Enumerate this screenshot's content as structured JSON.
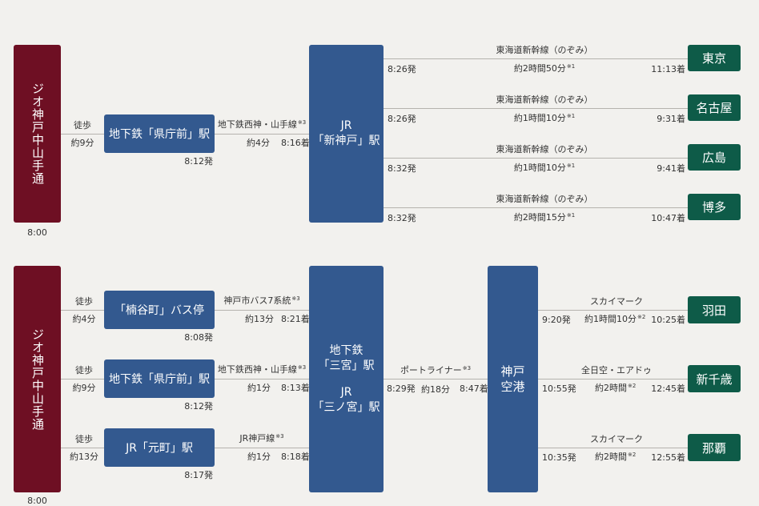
{
  "top": {
    "origin": {
      "label": "ジオ神戸中山手通",
      "time": "8:00"
    },
    "walk": {
      "label": "徒歩",
      "duration": "約9分"
    },
    "station1": {
      "label": "地下鉄「県庁前」駅",
      "depart": "8:12発"
    },
    "leg2": {
      "line": "地下鉄西神・山手線",
      "note": "※3",
      "duration": "約4分",
      "arrive": "8:16着"
    },
    "hub": {
      "line1": "JR",
      "line2": "「新神戸」駅"
    },
    "routes": [
      {
        "depart": "8:26発",
        "line": "東海道新幹線（のぞみ）",
        "duration": "約2時間50分",
        "note": "※1",
        "arrive": "11:13着",
        "dest": "東京"
      },
      {
        "depart": "8:26発",
        "line": "東海道新幹線（のぞみ）",
        "duration": "約1時間10分",
        "note": "※1",
        "arrive": "9:31着",
        "dest": "名古屋"
      },
      {
        "depart": "8:32発",
        "line": "東海道新幹線（のぞみ）",
        "duration": "約1時間10分",
        "note": "※1",
        "arrive": "9:41着",
        "dest": "広島"
      },
      {
        "depart": "8:32発",
        "line": "東海道新幹線（のぞみ）",
        "duration": "約2時間15分",
        "note": "※1",
        "arrive": "10:47着",
        "dest": "博多"
      }
    ]
  },
  "bottom": {
    "origin": {
      "label": "ジオ神戸中山手通",
      "time": "8:00"
    },
    "paths": [
      {
        "walk": "徒歩",
        "walk_duration": "約4分",
        "station": "「楠谷町」バス停",
        "depart": "8:08発",
        "line": "神戸市バス7系統",
        "note": "※3",
        "duration": "約13分",
        "arrive": "8:21着"
      },
      {
        "walk": "徒歩",
        "walk_duration": "約9分",
        "station": "地下鉄「県庁前」駅",
        "depart": "8:12発",
        "line": "地下鉄西神・山手線",
        "note": "※3",
        "duration": "約1分",
        "arrive": "8:13着"
      },
      {
        "walk": "徒歩",
        "walk_duration": "約13分",
        "station": "JR「元町」駅",
        "depart": "8:17発",
        "line": "JR神戸線",
        "note": "※3",
        "duration": "約1分",
        "arrive": "8:18着"
      }
    ],
    "hub": {
      "line1": "地下鉄",
      "line2": "「三宮」駅",
      "line3": "JR",
      "line4": "「三ノ宮」駅"
    },
    "port": {
      "line": "ポートライナー",
      "note": "※3",
      "depart": "8:29発",
      "duration": "約18分",
      "arrive": "8:47着"
    },
    "airport": {
      "line1": "神戸",
      "line2": "空港"
    },
    "routes": [
      {
        "depart": "9:20発",
        "line": "スカイマーク",
        "duration": "約1時間10分",
        "note": "※2",
        "arrive": "10:25着",
        "dest": "羽田"
      },
      {
        "depart": "10:55発",
        "line": "全日空・エアドゥ",
        "duration": "約2時間",
        "note": "※2",
        "arrive": "12:45着",
        "dest": "新千歳"
      },
      {
        "depart": "10:35発",
        "line": "スカイマーク",
        "duration": "約2時間",
        "note": "※2",
        "arrive": "12:55着",
        "dest": "那覇"
      }
    ]
  },
  "colors": {
    "origin": "#6e0f23",
    "station": "#33598f",
    "destination": "#0e5b48",
    "line": "#b5b3ae",
    "background": "#f2f1ee"
  }
}
